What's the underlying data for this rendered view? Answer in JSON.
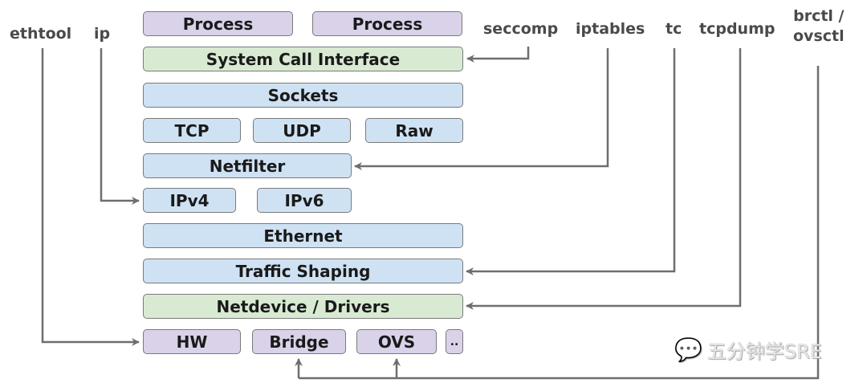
{
  "layers": {
    "process_1": "Process",
    "process_2": "Process",
    "syscall": "System Call Interface",
    "sockets": "Sockets",
    "tcp": "TCP",
    "udp": "UDP",
    "raw": "Raw",
    "netfilter": "Netfilter",
    "ipv4": "IPv4",
    "ipv6": "IPv6",
    "ethernet": "Ethernet",
    "traffic_shaping": "Traffic Shaping",
    "netdevice": "Netdevice / Drivers",
    "hw": "HW",
    "bridge": "Bridge",
    "ovs": "OVS",
    "more": ".."
  },
  "tools": {
    "ethtool": "ethtool",
    "ip": "ip",
    "seccomp": "seccomp",
    "iptables": "iptables",
    "tc": "tc",
    "tcpdump": "tcpdump",
    "brctl_line1": "brctl /",
    "brctl_line2": "ovsctl"
  },
  "colors": {
    "purple": "#d9d2e9",
    "green": "#d9ead3",
    "blue": "#cfe2f3",
    "line": "#6e6e6e"
  },
  "watermark": {
    "icon": "wechat-icon",
    "text": "五分钟学SRE"
  }
}
